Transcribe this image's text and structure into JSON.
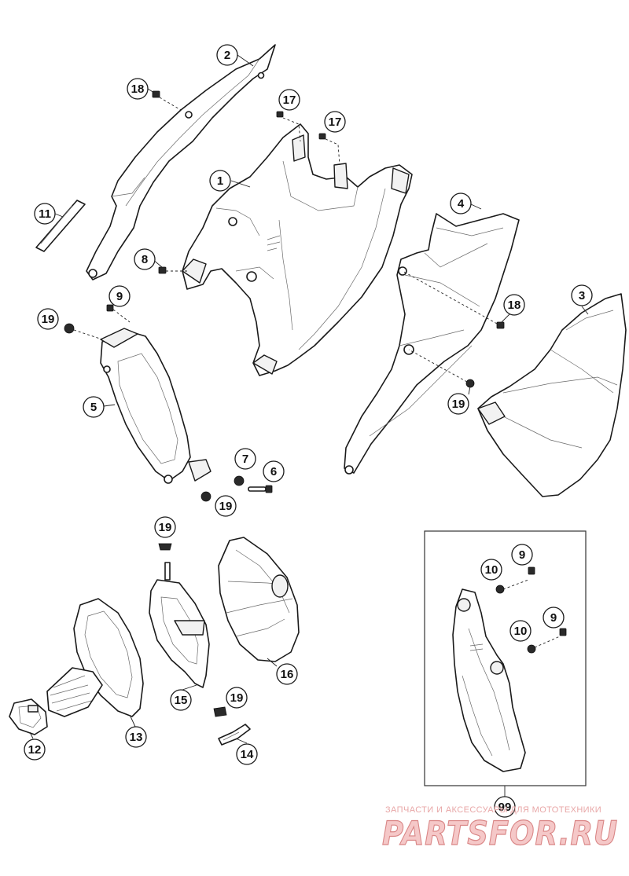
{
  "diagram": {
    "parts": [
      {
        "id": "p1",
        "number": "1"
      },
      {
        "id": "p2",
        "number": "2"
      },
      {
        "id": "p3",
        "number": "3"
      },
      {
        "id": "p4",
        "number": "4"
      },
      {
        "id": "p5",
        "number": "5"
      },
      {
        "id": "p6",
        "number": "6"
      },
      {
        "id": "p7",
        "number": "7"
      },
      {
        "id": "p8",
        "number": "8"
      },
      {
        "id": "p9a",
        "number": "9"
      },
      {
        "id": "p9b",
        "number": "9"
      },
      {
        "id": "p9c",
        "number": "9"
      },
      {
        "id": "p10a",
        "number": "10"
      },
      {
        "id": "p10b",
        "number": "10"
      },
      {
        "id": "p11",
        "number": "11"
      },
      {
        "id": "p12",
        "number": "12"
      },
      {
        "id": "p13",
        "number": "13"
      },
      {
        "id": "p14",
        "number": "14"
      },
      {
        "id": "p15",
        "number": "15"
      },
      {
        "id": "p16",
        "number": "16"
      },
      {
        "id": "p17a",
        "number": "17"
      },
      {
        "id": "p17b",
        "number": "17"
      },
      {
        "id": "p18a",
        "number": "18"
      },
      {
        "id": "p18b",
        "number": "18"
      },
      {
        "id": "p19a",
        "number": "19"
      },
      {
        "id": "p19b",
        "number": "19"
      },
      {
        "id": "p19c",
        "number": "19"
      },
      {
        "id": "p19d",
        "number": "19"
      },
      {
        "id": "p19e",
        "number": "19"
      },
      {
        "id": "p99",
        "number": "99"
      }
    ]
  },
  "watermark": {
    "tagline": "ЗАПЧАСТИ И АКСЕССУАРЫ ДЛЯ МОТОТЕХНИКИ",
    "brand": "PARTSFOR.RU"
  },
  "colors": {
    "line": "#1a1a1a",
    "watermark_fill": "#f5c8c8",
    "watermark_stroke": "#d98686"
  }
}
